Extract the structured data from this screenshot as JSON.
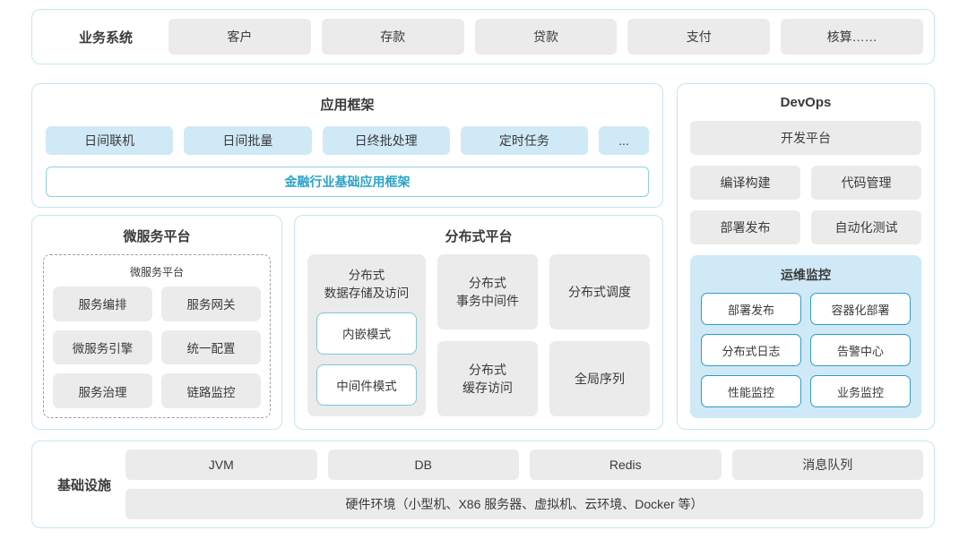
{
  "business_systems": {
    "label": "业务系统",
    "items": [
      "客户",
      "存款",
      "贷款",
      "支付",
      "核算……"
    ]
  },
  "app_framework": {
    "title": "应用框架",
    "items": [
      "日间联机",
      "日间批量",
      "日终批处理",
      "定时任务",
      "..."
    ],
    "base_label": "金融行业基础应用框架"
  },
  "microservice_platform": {
    "title": "微服务平台",
    "inner_title": "微服务平台",
    "items": [
      "服务编排",
      "服务网关",
      "微服务引擎",
      "统一配置",
      "服务治理",
      "链路监控"
    ]
  },
  "distributed_platform": {
    "title": "分布式平台",
    "storage": {
      "label": "分布式\n数据存储及访问",
      "modes": [
        "内嵌模式",
        "中间件模式"
      ]
    },
    "cells": [
      "分布式\n事务中间件",
      "分布式调度",
      "分布式\n缓存访问",
      "全局序列"
    ]
  },
  "devops": {
    "title": "DevOps",
    "dev_platform": "开发平台",
    "tools": [
      "编译构建",
      "代码管理",
      "部署发布",
      "自动化测试"
    ],
    "monitoring": {
      "title": "运维监控",
      "items": [
        "部署发布",
        "容器化部署",
        "分布式日志",
        "告警中心",
        "性能监控",
        "业务监控"
      ]
    }
  },
  "infrastructure": {
    "label": "基础设施",
    "items": [
      "JVM",
      "DB",
      "Redis",
      "消息队列"
    ],
    "hardware": "硬件环境（小型机、X86 服务器、虚拟机、云环境、Docker 等）"
  },
  "colors": {
    "panel_border": "#c3e7f1",
    "gray_box": "#ebebeb",
    "blue_box": "#cfe9f7",
    "accent": "#2aa2c9",
    "text": "#3a3a3a"
  }
}
